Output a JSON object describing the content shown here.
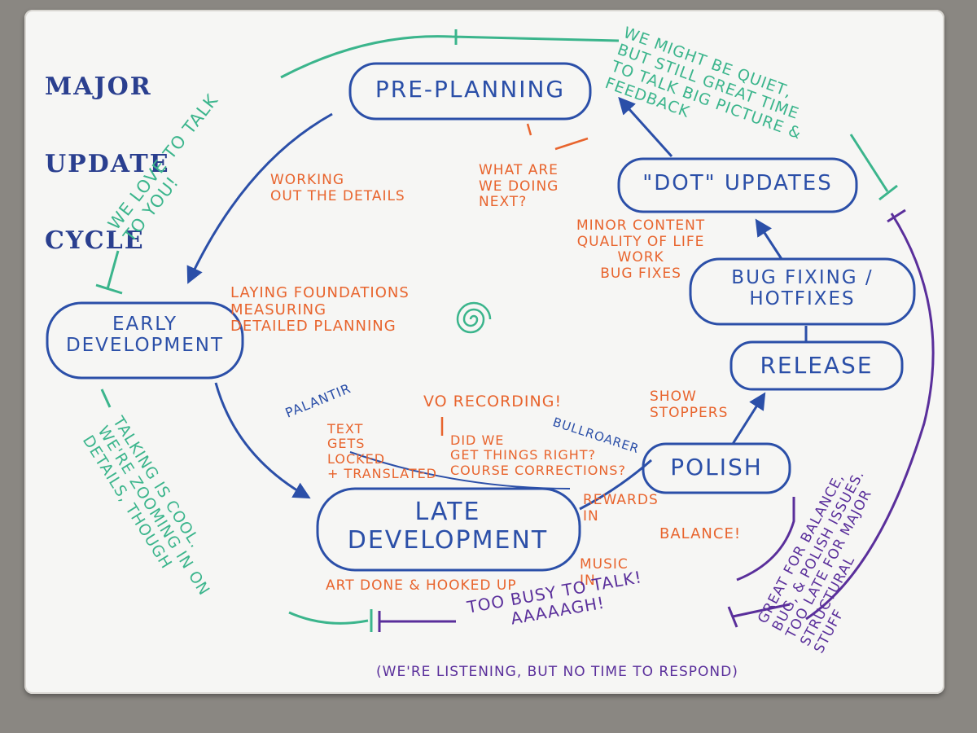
{
  "title": [
    "MAJOR",
    "UPDATE",
    "CYCLE"
  ],
  "stages": {
    "pre_planning": "PRE-PLANNING",
    "early_development": "EARLY\nDEVELOPMENT",
    "late_development": "LATE\nDEVELOPMENT",
    "polish": "POLISH",
    "release": "RELEASE",
    "bug_fixing": "BUG FIXING /\nHOTFIXES",
    "dot_updates": "\"DOT\" UPDATES"
  },
  "orange_notes": {
    "working_out": "WORKING\nOUT THE DETAILS",
    "what_are_we_doing": "WHAT ARE\nWE DOING\nNEXT?",
    "minor_content": "MINOR CONTENT\nQUALITY OF LIFE\nWORK\nBUG FIXES",
    "laying_foundations": "LAYING FOUNDATIONS\nMEASURING\nDETAILED PLANNING",
    "vo_recording": "VO RECORDING!",
    "show_stoppers": "SHOW\nSTOPPERS",
    "text_gets_locked": "TEXT\nGETS\nLOCKED\n+ TRANSLATED",
    "did_we_get": "DID WE\nGET THINGS RIGHT?\nCOURSE CORRECTIONS?",
    "rewards_in": "REWARDS\nIN",
    "balance": "BALANCE!",
    "music_in": "MUSIC\nIN",
    "art_done": "ART DONE & HOOKED UP"
  },
  "blue_notes": {
    "palantir": "PALANTIR",
    "bullroarer": "BULLROARER"
  },
  "green_notes": {
    "we_might_be_quiet": "WE MIGHT BE QUIET,\nBUT STILL GREAT TIME\nTO TALK BIG PICTURE &\nFEEDBACK",
    "we_love_to_talk": "WE LOVE TO TALK\nTO YOU!",
    "talking_is_cool": "TALKING IS COOL.\nWE'RE ZOOMING IN ON\nDETAILS, THOUGH"
  },
  "purple_notes": {
    "too_busy": "TOO BUSY TO TALK!\nAAAAAGH!",
    "listening": "(WE'RE LISTENING, BUT NO TIME TO RESPOND)",
    "great_for_balance": "GREAT FOR BALANCE,\nBUG, & POLISH ISSUES.\nTOO LATE FOR MAJOR\nSTRUCTURAL\nSTUFF"
  },
  "colors": {
    "board": "#f6f6f4",
    "blue_marker": "#2b4fa8",
    "orange_marker": "#e8642d",
    "green_marker": "#3bb58c",
    "purple_marker": "#5a2f9b"
  }
}
